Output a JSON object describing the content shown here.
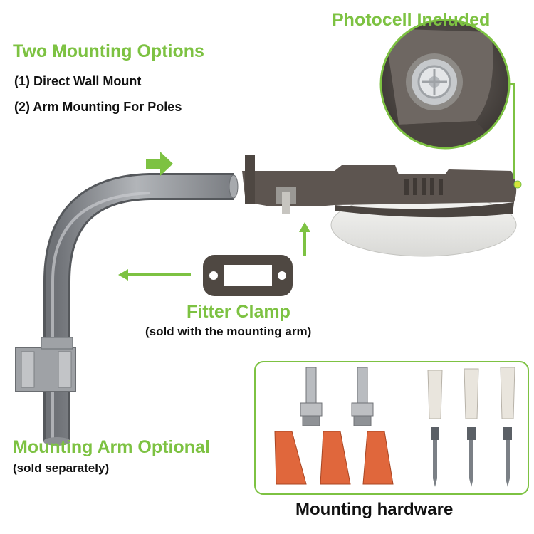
{
  "labels": {
    "photocell_title": "Photocell Included",
    "mounting_options_title": "Two Mounting Options",
    "option_1": "(1) Direct Wall Mount",
    "option_2": "(2) Arm Mounting For Poles",
    "fitter_clamp_title": "Fitter Clamp",
    "fitter_clamp_note": "(sold with the mounting arm)",
    "mounting_arm_title": "Mounting Arm Optional",
    "mounting_arm_note": "(sold separately)",
    "hardware_title": "Mounting hardware"
  },
  "colors": {
    "accent_green": "#7dc242",
    "fixture_gray": "#5d5550",
    "arm_gray": "#8e9196",
    "wire_nut_orange": "#e0673c"
  },
  "icons": [
    "arrow-right-icon",
    "arrow-left-icon",
    "arrow-up-icon"
  ]
}
